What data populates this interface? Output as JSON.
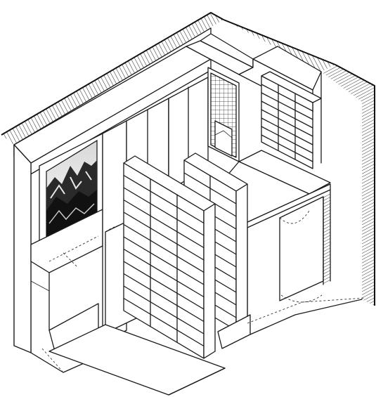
{
  "illustration": {
    "elements": [
      "back-left-wall",
      "back-right-wall",
      "ceiling-beam",
      "framed-mountain-picture",
      "sliding-door-panels",
      "tiled-shower-niche",
      "upper-shelving-unit",
      "desk-counter",
      "front-bookcase",
      "rear-bookcase",
      "wardrobe-doors",
      "floor-outline"
    ]
  }
}
